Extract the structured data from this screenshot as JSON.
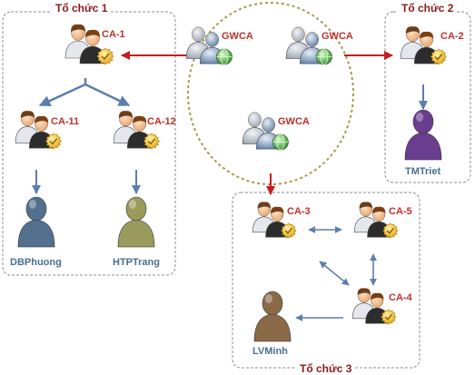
{
  "colors": {
    "ca_label": "#c0302b",
    "org_title": "#8b1a1a",
    "user_label": "#4a6e8f",
    "cross_link": "#c41e1e",
    "internal_link": "#5a7fae",
    "ring_border": "#a89a4a",
    "box_border": "#8c8c8c"
  },
  "icons": {
    "ca": "ca-pair-with-certificate-icon",
    "gateway": "gateway-pair-with-globe-icon",
    "user": "user-silhouette-icon"
  },
  "orgs": [
    {
      "title": "Tổ chức 1"
    },
    {
      "title": "Tổ chức 2"
    },
    {
      "title": "Tổ chức 3"
    }
  ],
  "ca_nodes": [
    {
      "label": "CA-1"
    },
    {
      "label": "CA-11"
    },
    {
      "label": "CA-12"
    },
    {
      "label": "CA-2"
    },
    {
      "label": "CA-3"
    },
    {
      "label": "CA-5"
    },
    {
      "label": "CA-4"
    }
  ],
  "gateways": [
    {
      "label": "GWCA"
    },
    {
      "label": "GWCA"
    },
    {
      "label": "GWCA"
    }
  ],
  "users": [
    {
      "label": "DBPhuong",
      "color": "#53708f"
    },
    {
      "label": "HTPTrang",
      "color": "#9a9a5c"
    },
    {
      "label": "TMTriet",
      "color": "#6a3d8f"
    },
    {
      "label": "LVMinh",
      "color": "#8a6a48"
    }
  ]
}
